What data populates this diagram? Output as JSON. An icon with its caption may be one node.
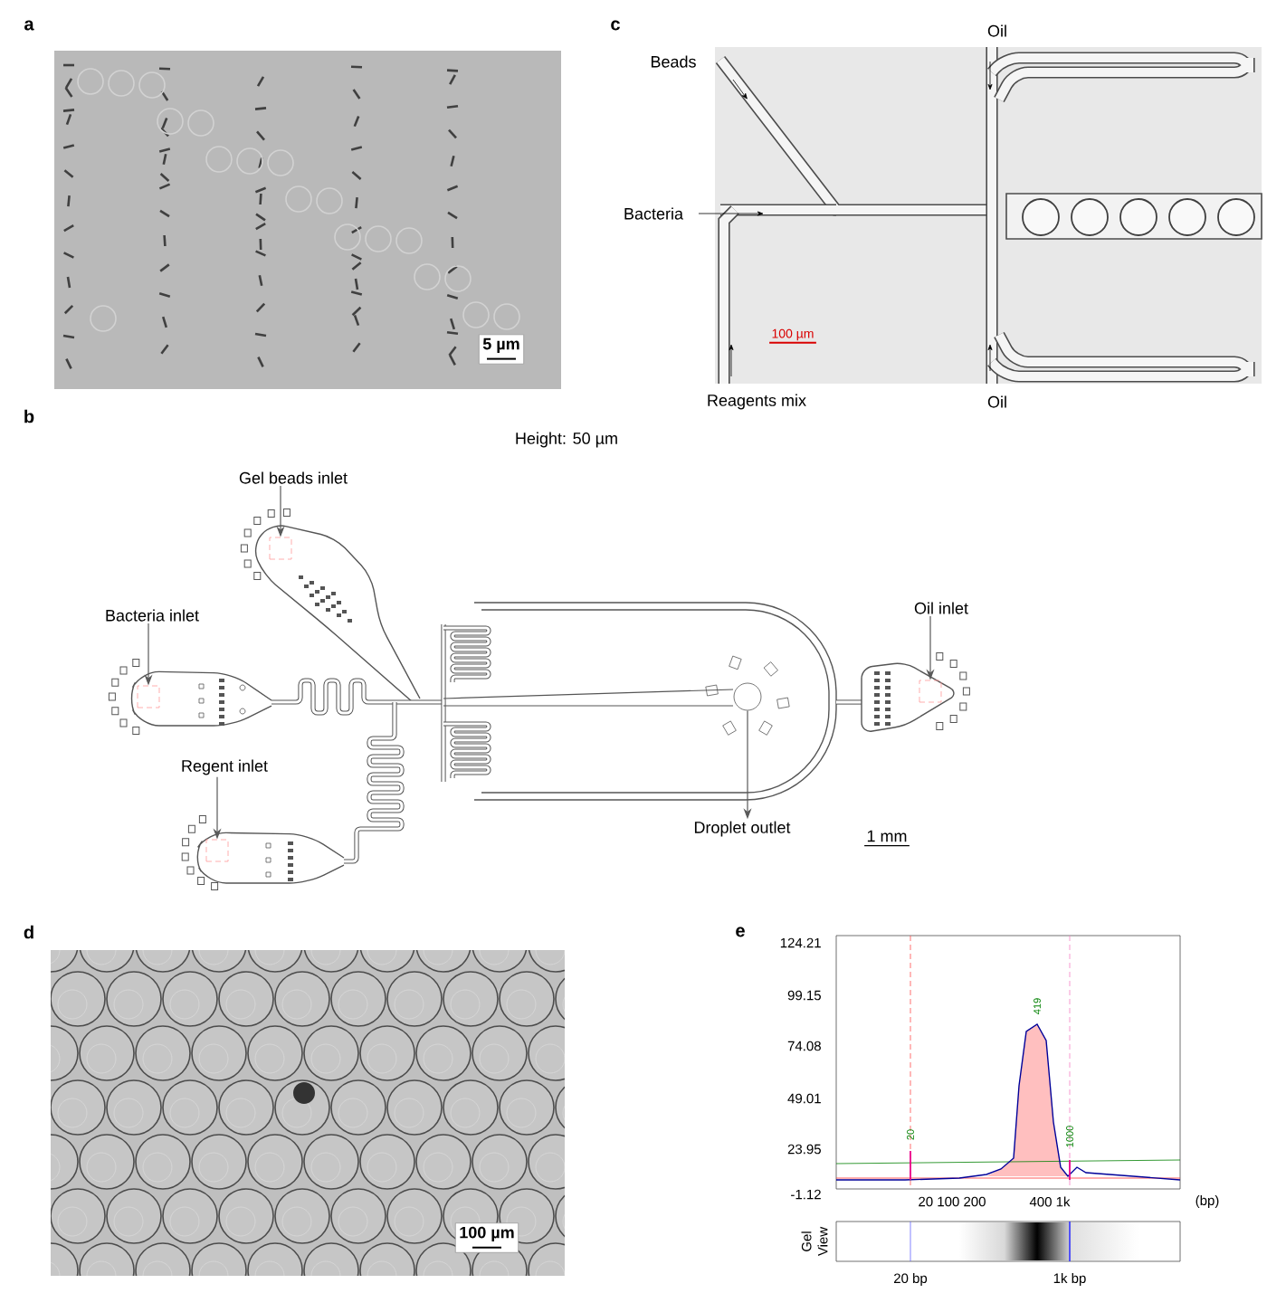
{
  "diagram": {
    "nodes": [
      {
        "text": [
          "Gel beads inlet"
        ]
      },
      {
        "text": [
          "Bacteria inlet"
        ]
      },
      {
        "text": [
          "Regent inlet"
        ]
      },
      {
        "text": [
          "Oil inlet"
        ]
      },
      {
        "text": [
          "Droplet outlet"
        ]
      },
      {
        "text": [],
        "shape": "box"
      },
      {
        "text": [],
        "shape": "box"
      },
      {
        "text": [],
        "shape": "box"
      },
      {
        "text": [],
        "shape": "box"
      },
      {
        "text": [],
        "shape": "circle"
      }
    ],
    "edges": [
      {
        "from": 0,
        "to": 5,
        "arrow": "to"
      },
      {
        "from": 1,
        "to": 6,
        "arrow": "to"
      },
      {
        "from": 2,
        "to": 7,
        "arrow": "to"
      },
      {
        "from": 3,
        "to": 8,
        "arrow": "to"
      },
      {
        "from": 9,
        "to": 4,
        "arrow": "to"
      }
    ],
    "labels": [
      "a",
      "c",
      "Oil",
      "Beads",
      "Bacteria",
      "5 µm",
      "100 µm",
      "Reagents mix",
      "Oil",
      "b",
      "Height: 50 µm",
      "1 mm",
      "d",
      "e",
      "124.21",
      "99.15",
      "74.08",
      "49.01",
      "23.95",
      "-1.12",
      "419",
      "20",
      "1000",
      "20 100 200",
      "400 1k",
      "(bp)",
      "Gel View",
      "100 µm",
      "20 bp",
      "1k bp"
    ]
  }
}
